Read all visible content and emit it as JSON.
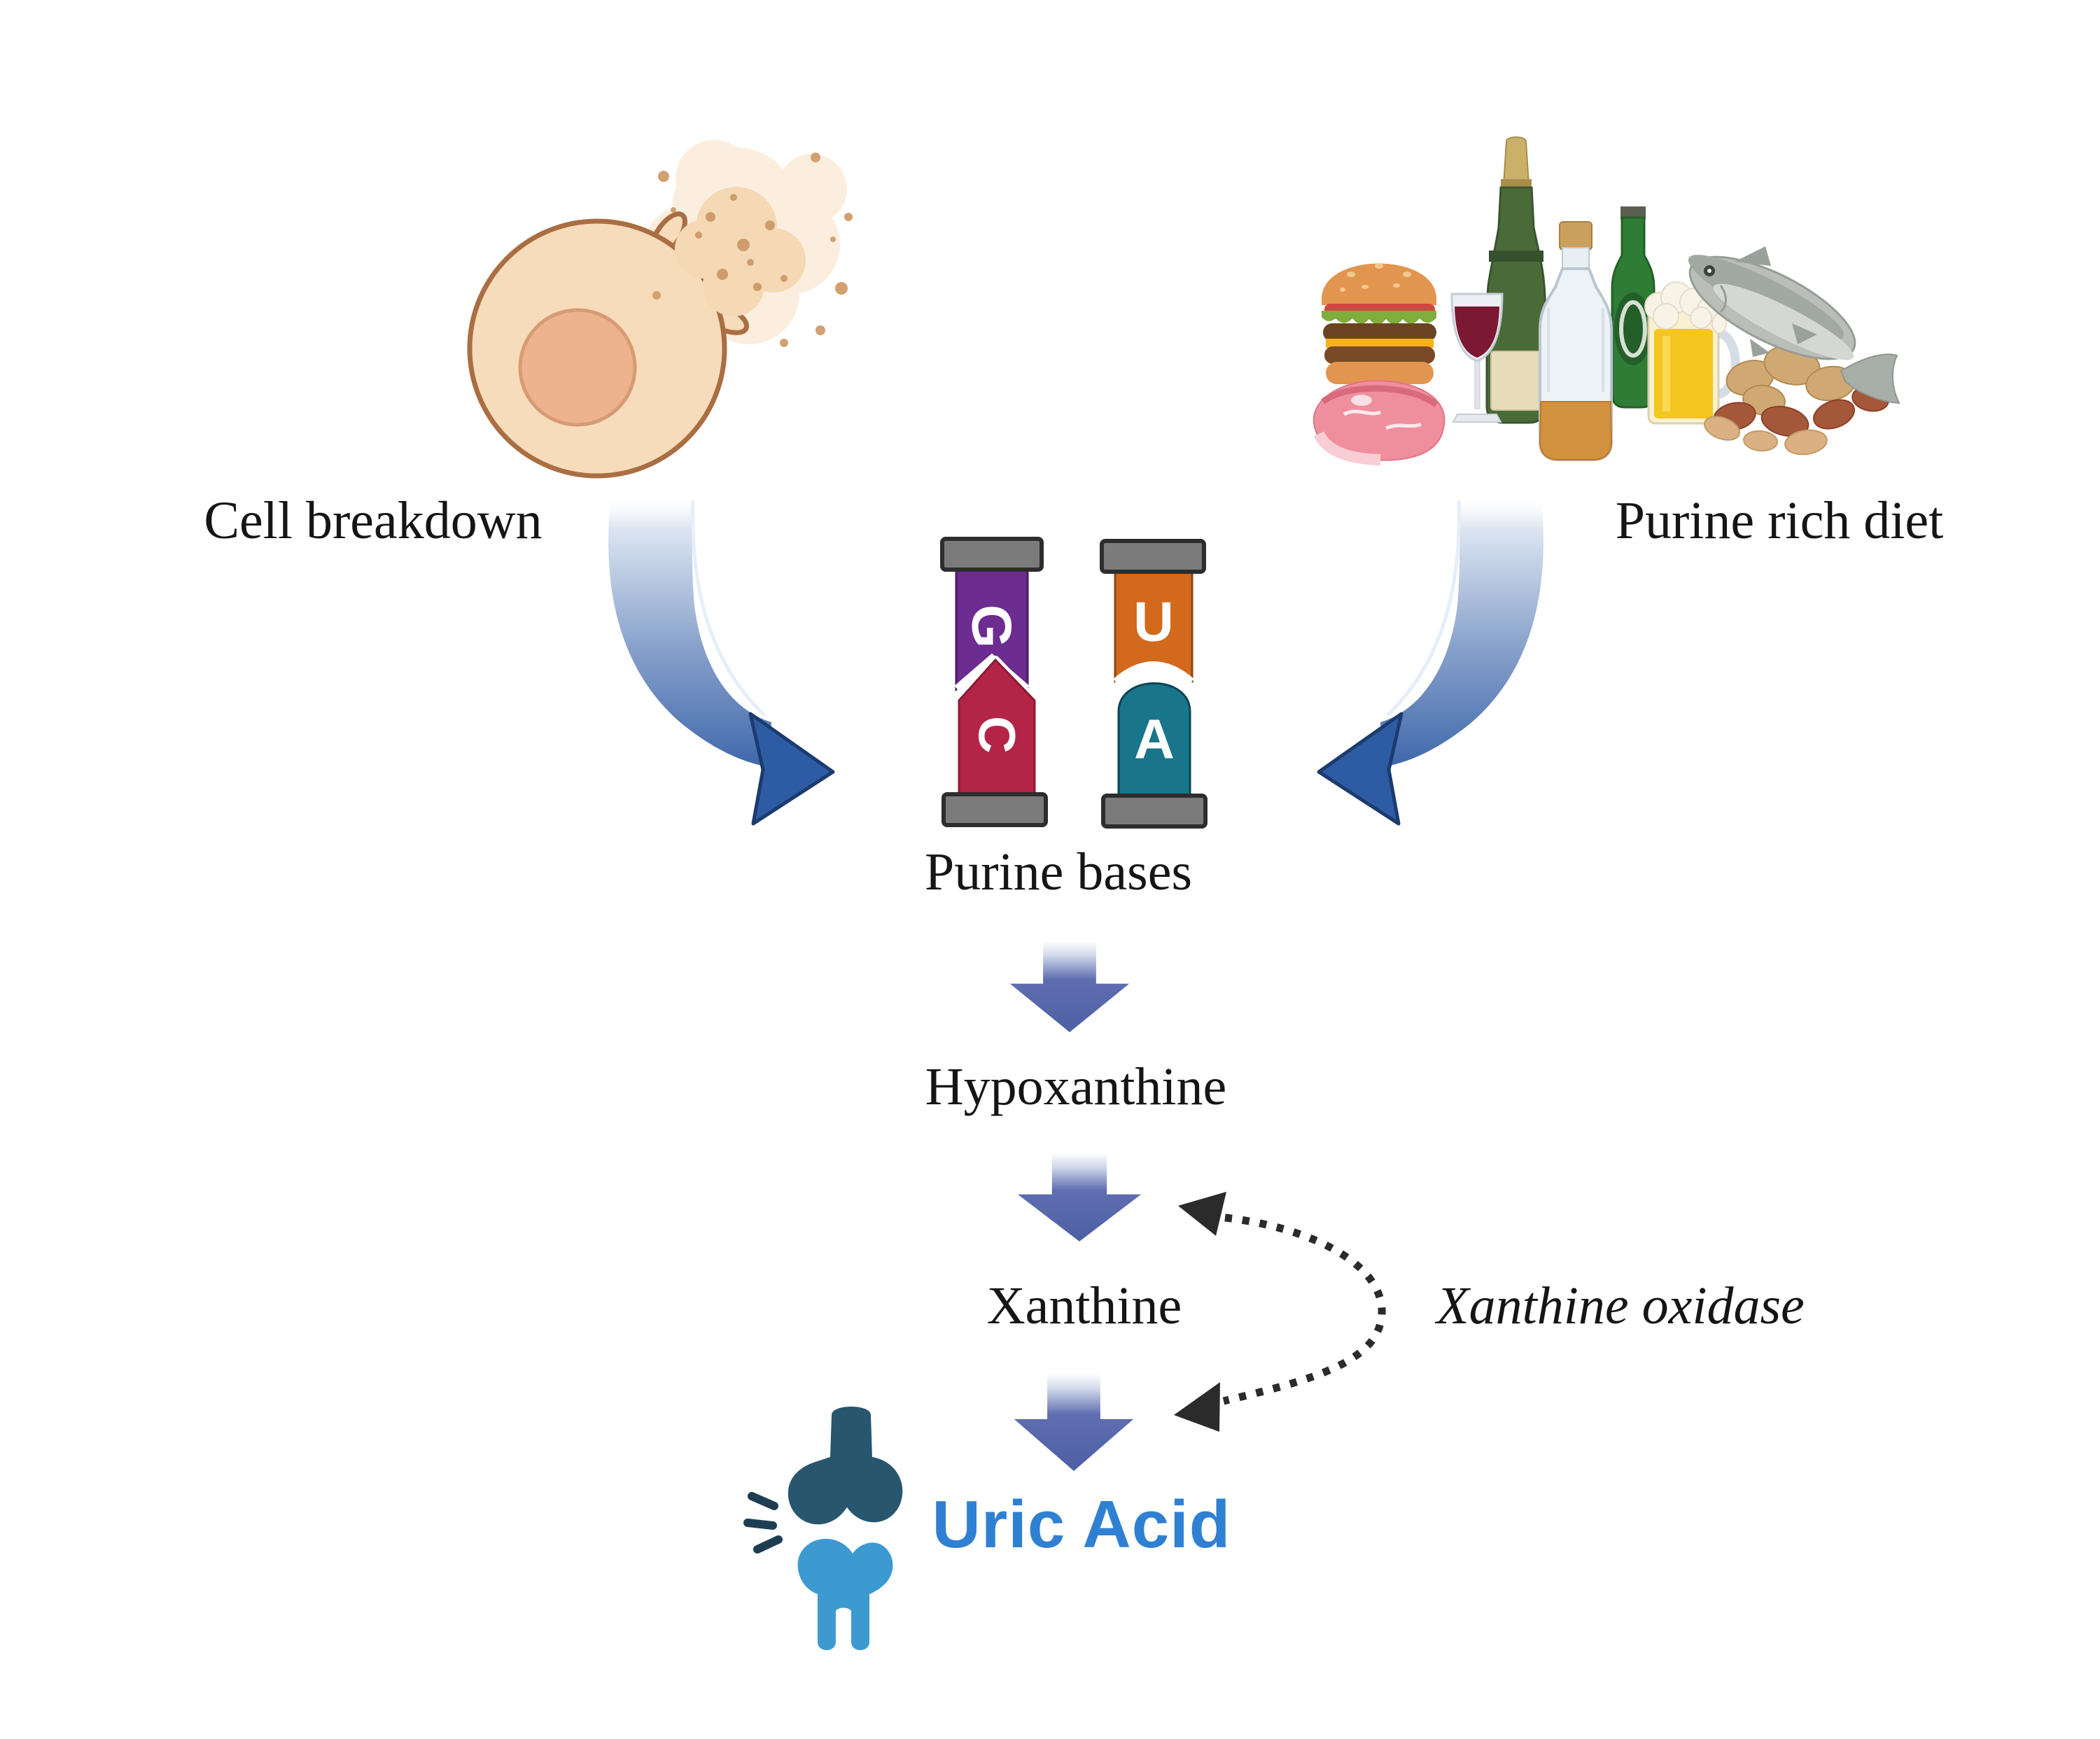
{
  "diagram": {
    "nodes": {
      "cell_breakdown": "Cell breakdown",
      "purine_rich_diet": "Purine rich diet",
      "purine_bases": "Purine bases",
      "hypoxanthine": "Hypoxanthine",
      "xanthine": "Xanthine",
      "uric_acid": "Uric Acid"
    },
    "enzyme": {
      "xanthine_oxidase": "Xanthine oxidase"
    },
    "base_letters": {
      "g": "G",
      "c": "C",
      "u": "U",
      "a": "A"
    },
    "icons": [
      "cell-breakdown-illustration",
      "purine-rich-diet-illustration",
      "base-pair-gc-icon",
      "base-pair-ua-icon",
      "curved-arrow-left-icon",
      "curved-arrow-right-icon",
      "down-arrow-icon",
      "dotted-enzyme-arrow-icon",
      "knee-joint-icon"
    ],
    "colors": {
      "guanine_purple": "#6d2c90",
      "cytosine_red": "#b32447",
      "uracil_orange": "#d2691c",
      "adenine_teal": "#19758a",
      "cap_gray": "#7b7b7b",
      "swoosh_blue": "#2e5ca4",
      "flow_arrow_indigo": "#4d5fa4",
      "uric_acid_blue": "#2f80d2",
      "bone_dark": "#29566f",
      "bone_light": "#3d9ad1",
      "dotted_arrow_black": "#2b2b2b",
      "cell_body": "#f7dcbb",
      "cell_nucleus": "#edb28e"
    }
  }
}
